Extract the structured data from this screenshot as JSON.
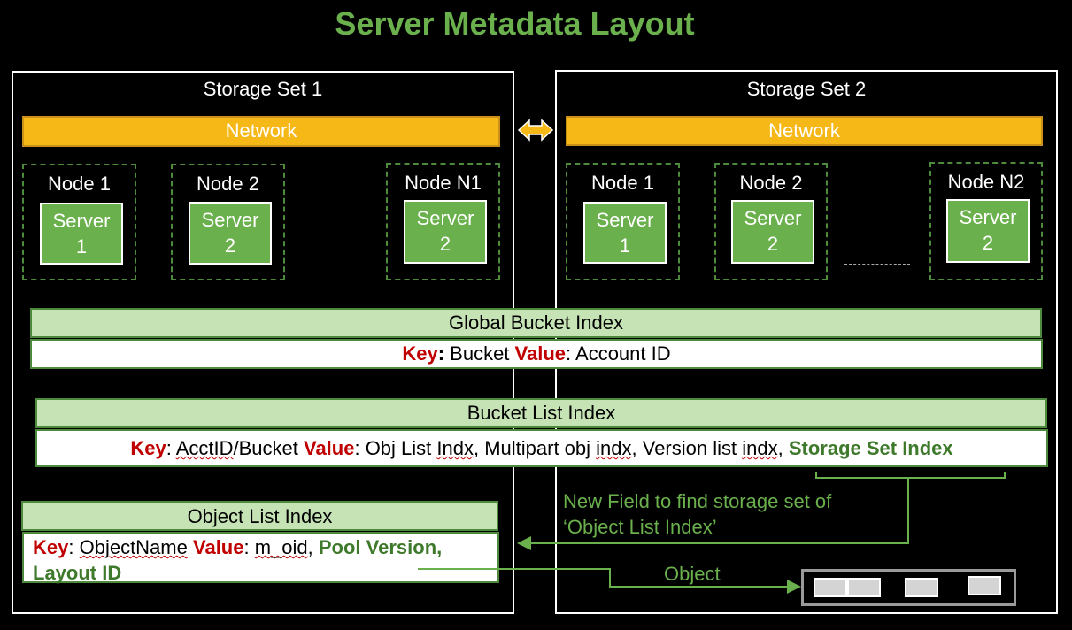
{
  "title": "Server Metadata Layout",
  "storage_sets": [
    {
      "label": "Storage Set 1",
      "network": "Network",
      "nodes": [
        {
          "label": "Node 1",
          "server_line1": "Server",
          "server_line2": "1"
        },
        {
          "label": "Node 2",
          "server_line1": "Server",
          "server_line2": "2"
        },
        {
          "label": "Node N1",
          "server_line1": "Server",
          "server_line2": "2"
        }
      ]
    },
    {
      "label": "Storage Set 2",
      "network": "Network",
      "nodes": [
        {
          "label": "Node 1",
          "server_line1": "Server",
          "server_line2": "1"
        },
        {
          "label": "Node 2",
          "server_line1": "Server",
          "server_line2": "2"
        },
        {
          "label": "Node N2",
          "server_line1": "Server",
          "server_line2": "2"
        }
      ]
    }
  ],
  "global_bucket_index": {
    "header": "Global Bucket Index",
    "key_label": "Key",
    "key_sep": ":",
    "key_value": " Bucket ",
    "value_label": "Value",
    "value_value": ": Account ID"
  },
  "bucket_list_index": {
    "header": "Bucket List Index",
    "key_label": "Key",
    "key_prefix": ": ",
    "key_value_1": "AcctID",
    "key_value_2": "/Bucket ",
    "value_label": "Value",
    "value_p1": ": Obj List ",
    "value_w1": "Indx",
    "value_p2": ", Multipart obj ",
    "value_w2": "indx",
    "value_p3": ", Version list ",
    "value_w3": "indx",
    "value_p4": ", ",
    "highlight": "Storage Set Index"
  },
  "object_list_index": {
    "header": "Object List Index",
    "key_label": "Key",
    "key_prefix": ": ",
    "key_value": "ObjectName",
    "key_suffix": " ",
    "value_label": "Value",
    "value_prefix": ": ",
    "value_value": "m_oid",
    "value_suffix": ", ",
    "highlight_1": "Pool Version,",
    "highlight_2": "Layout ID"
  },
  "annotation": {
    "line1": "New Field to find  storage set of",
    "line2": "‘Object List Index’"
  },
  "object_label": "Object",
  "colors": {
    "accent_green": "#6ab04c",
    "network_orange": "#f6b817",
    "index_header": "#c5e3b5",
    "key_red": "#c00000",
    "highlight_green": "#3f7a2c"
  }
}
